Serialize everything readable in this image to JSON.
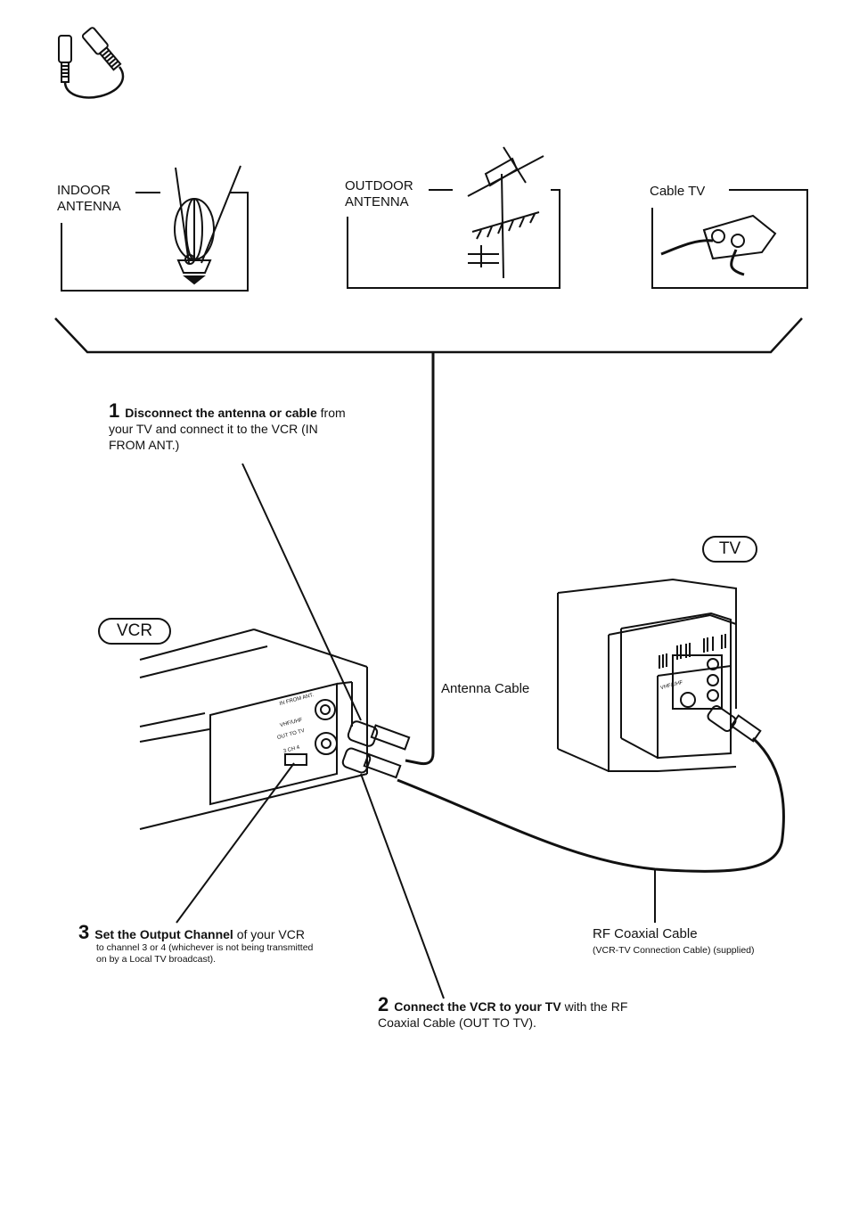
{
  "sources": {
    "indoor": "INDOOR\nANTENNA",
    "outdoor": "OUTDOOR\nANTENNA",
    "cable": "Cable TV"
  },
  "devices": {
    "vcr": "VCR",
    "tv": "TV"
  },
  "ports": {
    "in_from_ant": "IN FROM ANT.",
    "vhf_uhf": "VHF/UHF",
    "out_to_tv": "OUT TO TV",
    "ch_switch": "3 CH 4",
    "tv_vhf_uhf": "VHF/UHF"
  },
  "cables": {
    "antenna": "Antenna Cable",
    "rf": "RF Coaxial Cable",
    "rf_note": "(VCR-TV Connection Cable) (supplied)"
  },
  "steps": [
    {
      "num": "1",
      "bold": "Disconnect the antenna or cable",
      "text": " from your TV and connect it to the VCR (IN FROM ANT.)"
    },
    {
      "num": "2",
      "bold": "Connect the VCR to your TV",
      "text": " with the RF Coaxial Cable (OUT TO TV)."
    },
    {
      "num": "3",
      "bold": "Set the Output Channel",
      "text": " of your VCR",
      "note": "to channel 3 or 4 (whichever is not being transmitted on by a Local TV broadcast)."
    }
  ]
}
